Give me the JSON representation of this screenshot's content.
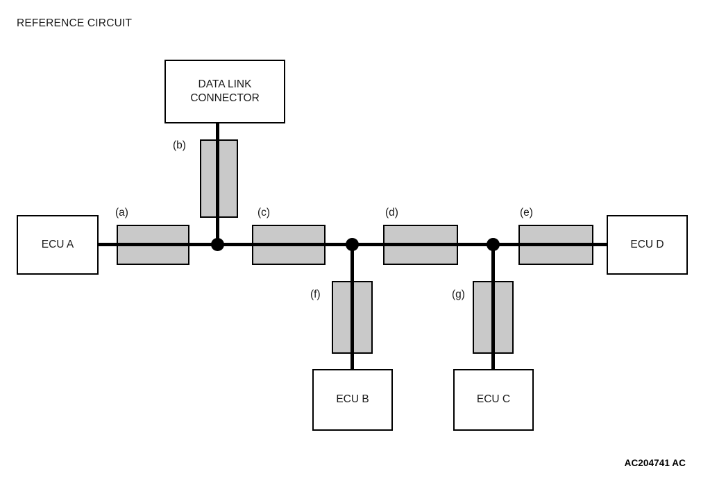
{
  "diagram": {
    "title": "REFERENCE CIRCUIT",
    "watermark": "AC204741 AC",
    "colors": {
      "background": "#ffffff",
      "line": "#000000",
      "shade_fill": "#c9c9c9",
      "text": "#1a1a1a"
    },
    "nodes": [
      {
        "id": "dlc",
        "label": "DATA LINK\nCONNECTOR",
        "line1": "DATA LINK",
        "line2": "CONNECTOR"
      },
      {
        "id": "ecu_a",
        "label": "ECU A"
      },
      {
        "id": "ecu_b",
        "label": "ECU B"
      },
      {
        "id": "ecu_c",
        "label": "ECU C"
      },
      {
        "id": "ecu_d",
        "label": "ECU D"
      }
    ],
    "connectors": [
      {
        "ref": "(a)",
        "orientation": "horizontal",
        "between": "ECU A - junction 1"
      },
      {
        "ref": "(b)",
        "orientation": "vertical",
        "between": "DATA LINK CONNECTOR - junction 1"
      },
      {
        "ref": "(c)",
        "orientation": "horizontal",
        "between": "junction 1 - junction 2"
      },
      {
        "ref": "(d)",
        "orientation": "horizontal",
        "between": "junction 2 - junction 3"
      },
      {
        "ref": "(e)",
        "orientation": "horizontal",
        "between": "junction 3 - ECU D"
      },
      {
        "ref": "(f)",
        "orientation": "vertical",
        "between": "junction 2 - ECU B"
      },
      {
        "ref": "(g)",
        "orientation": "vertical",
        "between": "junction 3 - ECU C"
      }
    ],
    "junction_count": 3
  }
}
